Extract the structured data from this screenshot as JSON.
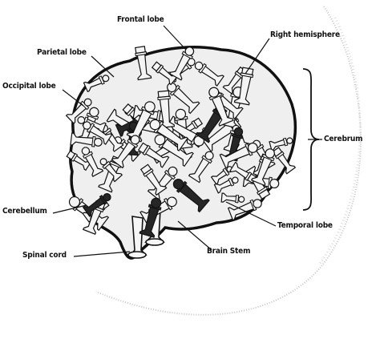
{
  "labels": {
    "frontal_lobe": "Frontal lobe",
    "parietal_lobe": "Parietal lobe",
    "right_hemisphere": "Right hemisphere",
    "occipital_lobe": "Occipital lobe",
    "cerebrum": "Cerebrum",
    "cerebellum": "Cerebellum",
    "temporal_lobe": "Temporal lobe",
    "spinal_cord": "Spinal cord",
    "brain_stem": "Brain Stem"
  },
  "colors": {
    "ink": "#111111",
    "piece_fill": "#f4f4f4",
    "piece_dark": "#262626",
    "background": "#ffffff",
    "page_curve": "#bdbdbd"
  },
  "illustration": "brain-made-of-chess-pieces"
}
